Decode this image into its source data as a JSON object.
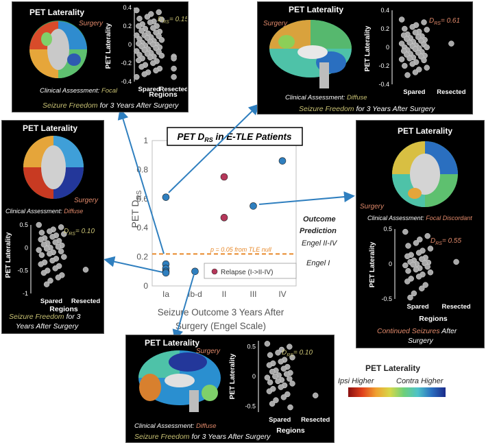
{
  "main": {
    "title": "PET D",
    "title_sub": "RS",
    "title_suffix": " in E-TLE Patients",
    "ylabel_main": "PET D",
    "ylabel_sub": "RS",
    "xlabel_line1": "Seizure Outcome 3 Years After",
    "xlabel_line2": "Surgery (Engel Scale)",
    "threshold_label": "p = 0.05 from TLE null",
    "outcome_prediction_line1": "Outcome",
    "outcome_prediction_line2": "Prediction",
    "engel_high": "Engel II-IV",
    "engel_low": "Engel I",
    "legend_label": "Relapse (I->II-IV)"
  },
  "panels": {
    "tl": {
      "title": "PET Laterality",
      "surgery": "Surgery",
      "assessment_prefix": "Clinical Assessment: ",
      "assessment_value": "Focal",
      "footer_em": "Seizure Freedom",
      "footer_rest": " for 3 Years After Surgery",
      "drs": "= 0.15",
      "ylabel": "PET Laterality",
      "xlabel": "Regions",
      "cat1": "Spared",
      "cat2": "Resected"
    },
    "tr": {
      "title": "PET Laterality",
      "surgery": "Surgery",
      "assessment_prefix": "Clinical Assessment: ",
      "assessment_value": "Diffuse",
      "footer_em": "Seizure Freedom",
      "footer_rest": " for 3 Years After Surgery",
      "drs": "= 0.61",
      "ylabel": "PET Laterality",
      "xlabel": "Regions",
      "cat1": "Spared",
      "cat2": "Resected"
    },
    "ml": {
      "title": "PET Laterality",
      "surgery": "Surgery",
      "assessment_prefix": "Clinical Assessment: ",
      "assessment_value": "Diffuse",
      "footer_em": "Seizure Freedom",
      "footer_rest1": " for 3",
      "footer_rest2": "Years After Surgery",
      "drs": "= 0.10",
      "ylabel": "PET Laterality",
      "xlabel": "Regions",
      "cat1": "Spared",
      "cat2": "Resected"
    },
    "mr": {
      "title": "PET Laterality",
      "surgery": "Surgery",
      "assessment_prefix": "Clinical Assessment: ",
      "assessment_value": "Focal Discordant",
      "footer_em": "Continued Seizures",
      "footer_rest1": " After",
      "footer_rest2": "Surgery",
      "drs": "= 0.55",
      "ylabel": "PET Laterality",
      "xlabel": "Regions",
      "cat1": "Spared",
      "cat2": "Resected"
    },
    "bc": {
      "title": "PET Laterality",
      "surgery": "Surgery",
      "assessment_prefix": "Clinical Assessment: ",
      "assessment_value": "Diffuse",
      "footer_em": "Seizure Freedom",
      "footer_rest": " for 3 Years After Surgery",
      "drs": "= 0.10",
      "ylabel": "PET Laterality",
      "xlabel": "Regions",
      "cat1": "Spared",
      "cat2": "Resected"
    }
  },
  "colorbar": {
    "title": "PET Laterality",
    "left_label": "Ipsi Higher",
    "right_label": "Contra Higher"
  },
  "colors": {
    "seizure_free": "#2f7fbf",
    "relapse": "#b5375a",
    "threshold": "#e8892a",
    "arrow": "#2f7fbf",
    "footer": "#c9c274",
    "assessment": "#e28a6b"
  },
  "chart_data": [
    {
      "type": "scatter",
      "title": "PET DRS in E-TLE Patients",
      "xlabel": "Seizure Outcome 3 Years After Surgery (Engel Scale)",
      "ylabel": "PET DRS",
      "categories": [
        "Ia",
        "Ib-d",
        "II",
        "III",
        "IV"
      ],
      "ylim": [
        0,
        1
      ],
      "yticks": [
        "0",
        "0.2",
        "0.4",
        "0.6",
        "0.8",
        "1"
      ],
      "threshold": 0.22,
      "series": [
        {
          "name": "",
          "points": [
            [
              0,
              0.61
            ],
            [
              0,
              0.15
            ],
            [
              0,
              0.12
            ],
            [
              0,
              0.1
            ],
            [
              0,
              0.09
            ],
            [
              1,
              0.1
            ],
            [
              3,
              0.55
            ],
            [
              4,
              0.86
            ]
          ]
        },
        {
          "name": "Relapse (I->II-IV)",
          "points": [
            [
              2,
              0.75
            ],
            [
              2,
              0.47
            ]
          ]
        }
      ]
    },
    {
      "type": "scatter",
      "panel": "tl",
      "ylabel": "PET Laterality",
      "xlabel": "Regions",
      "categories": [
        "Spared",
        "Resected"
      ],
      "ylim": [
        -0.4,
        0.4
      ],
      "yticks": [
        "-0.4",
        "-0.2",
        "0",
        "0.2",
        "0.4"
      ],
      "spared": [
        0.37,
        0.35,
        0.33,
        0.3,
        0.28,
        0.27,
        0.25,
        0.24,
        0.22,
        0.2,
        0.2,
        0.18,
        0.17,
        0.15,
        0.14,
        0.13,
        0.12,
        0.1,
        0.1,
        0.09,
        0.08,
        0.07,
        0.06,
        0.05,
        0.04,
        0.03,
        0.02,
        0.01,
        0.0,
        0.0,
        -0.01,
        -0.02,
        -0.03,
        -0.04,
        -0.05,
        -0.06,
        -0.07,
        -0.08,
        -0.09,
        -0.1,
        -0.11,
        -0.12,
        -0.13,
        -0.14,
        -0.15,
        -0.17,
        -0.18,
        -0.2,
        -0.22,
        -0.24,
        -0.26,
        -0.28,
        -0.3,
        -0.32,
        -0.35
      ],
      "resected": [
        -0.13,
        -0.15,
        -0.26,
        -0.35
      ]
    },
    {
      "type": "scatter",
      "panel": "tr",
      "ylabel": "PET Laterality",
      "xlabel": "Regions",
      "categories": [
        "Spared",
        "Resected"
      ],
      "ylim": [
        -0.4,
        0.4
      ],
      "yticks": [
        "-0.4",
        "-0.2",
        "0",
        "0.2",
        "0.4"
      ],
      "spared": [
        0.3,
        0.27,
        0.24,
        0.22,
        0.2,
        0.19,
        0.17,
        0.16,
        0.14,
        0.13,
        0.12,
        0.11,
        0.1,
        0.09,
        0.08,
        0.07,
        0.06,
        0.05,
        0.04,
        0.03,
        0.02,
        0.01,
        0.0,
        0.0,
        -0.01,
        -0.02,
        -0.03,
        -0.04,
        -0.05,
        -0.06,
        -0.07,
        -0.08,
        -0.09,
        -0.1,
        -0.11,
        -0.12,
        -0.13,
        -0.14,
        -0.16,
        -0.18,
        -0.2,
        -0.22,
        -0.24,
        -0.27,
        -0.3
      ],
      "resected": [
        0.04
      ]
    },
    {
      "type": "scatter",
      "panel": "ml",
      "ylabel": "PET Laterality",
      "xlabel": "Regions",
      "categories": [
        "Spared",
        "Resected"
      ],
      "ylim": [
        -1,
        0.5
      ],
      "yticks": [
        "-1",
        "-0.5",
        "0",
        "0.5"
      ],
      "spared": [
        0.5,
        0.45,
        0.4,
        0.36,
        0.33,
        0.3,
        0.27,
        0.24,
        0.21,
        0.18,
        0.15,
        0.12,
        0.1,
        0.07,
        0.05,
        0.02,
        0.0,
        -0.02,
        -0.05,
        -0.08,
        -0.1,
        -0.13,
        -0.16,
        -0.2,
        -0.24,
        -0.28,
        -0.32,
        -0.36,
        -0.4,
        -0.45,
        -0.5,
        -0.55,
        -0.6,
        -0.65,
        -0.72,
        -0.8
      ],
      "resected": [
        -0.48
      ]
    },
    {
      "type": "scatter",
      "panel": "mr",
      "ylabel": "PET Laterality",
      "xlabel": "Regions",
      "categories": [
        "Spared",
        "Resected"
      ],
      "ylim": [
        -0.5,
        0.5
      ],
      "yticks": [
        "-0.5",
        "0",
        "0.5"
      ],
      "spared": [
        0.46,
        0.4,
        0.35,
        0.3,
        0.26,
        0.22,
        0.19,
        0.16,
        0.13,
        0.11,
        0.09,
        0.07,
        0.05,
        0.03,
        0.02,
        0.01,
        0.0,
        -0.01,
        -0.02,
        -0.04,
        -0.06,
        -0.08,
        -0.1,
        -0.12,
        -0.15,
        -0.18,
        -0.21,
        -0.25,
        -0.3,
        -0.35,
        -0.42,
        -0.48
      ],
      "resected": [
        0.03
      ]
    },
    {
      "type": "scatter",
      "panel": "bc",
      "ylabel": "PET Laterality",
      "xlabel": "Regions",
      "categories": [
        "Spared",
        "Resected"
      ],
      "ylim": [
        -0.6,
        0.6
      ],
      "yticks": [
        "-0.5",
        "0",
        "0.5"
      ],
      "spared": [
        0.55,
        0.5,
        0.45,
        0.4,
        0.36,
        0.32,
        0.28,
        0.25,
        0.22,
        0.19,
        0.16,
        0.13,
        0.1,
        0.08,
        0.06,
        0.04,
        0.02,
        0.0,
        -0.02,
        -0.04,
        -0.06,
        -0.08,
        -0.1,
        -0.12,
        -0.15,
        -0.18,
        -0.21,
        -0.25,
        -0.3,
        -0.35,
        -0.4,
        -0.46,
        -0.52
      ],
      "resected": [
        -0.32
      ]
    }
  ]
}
